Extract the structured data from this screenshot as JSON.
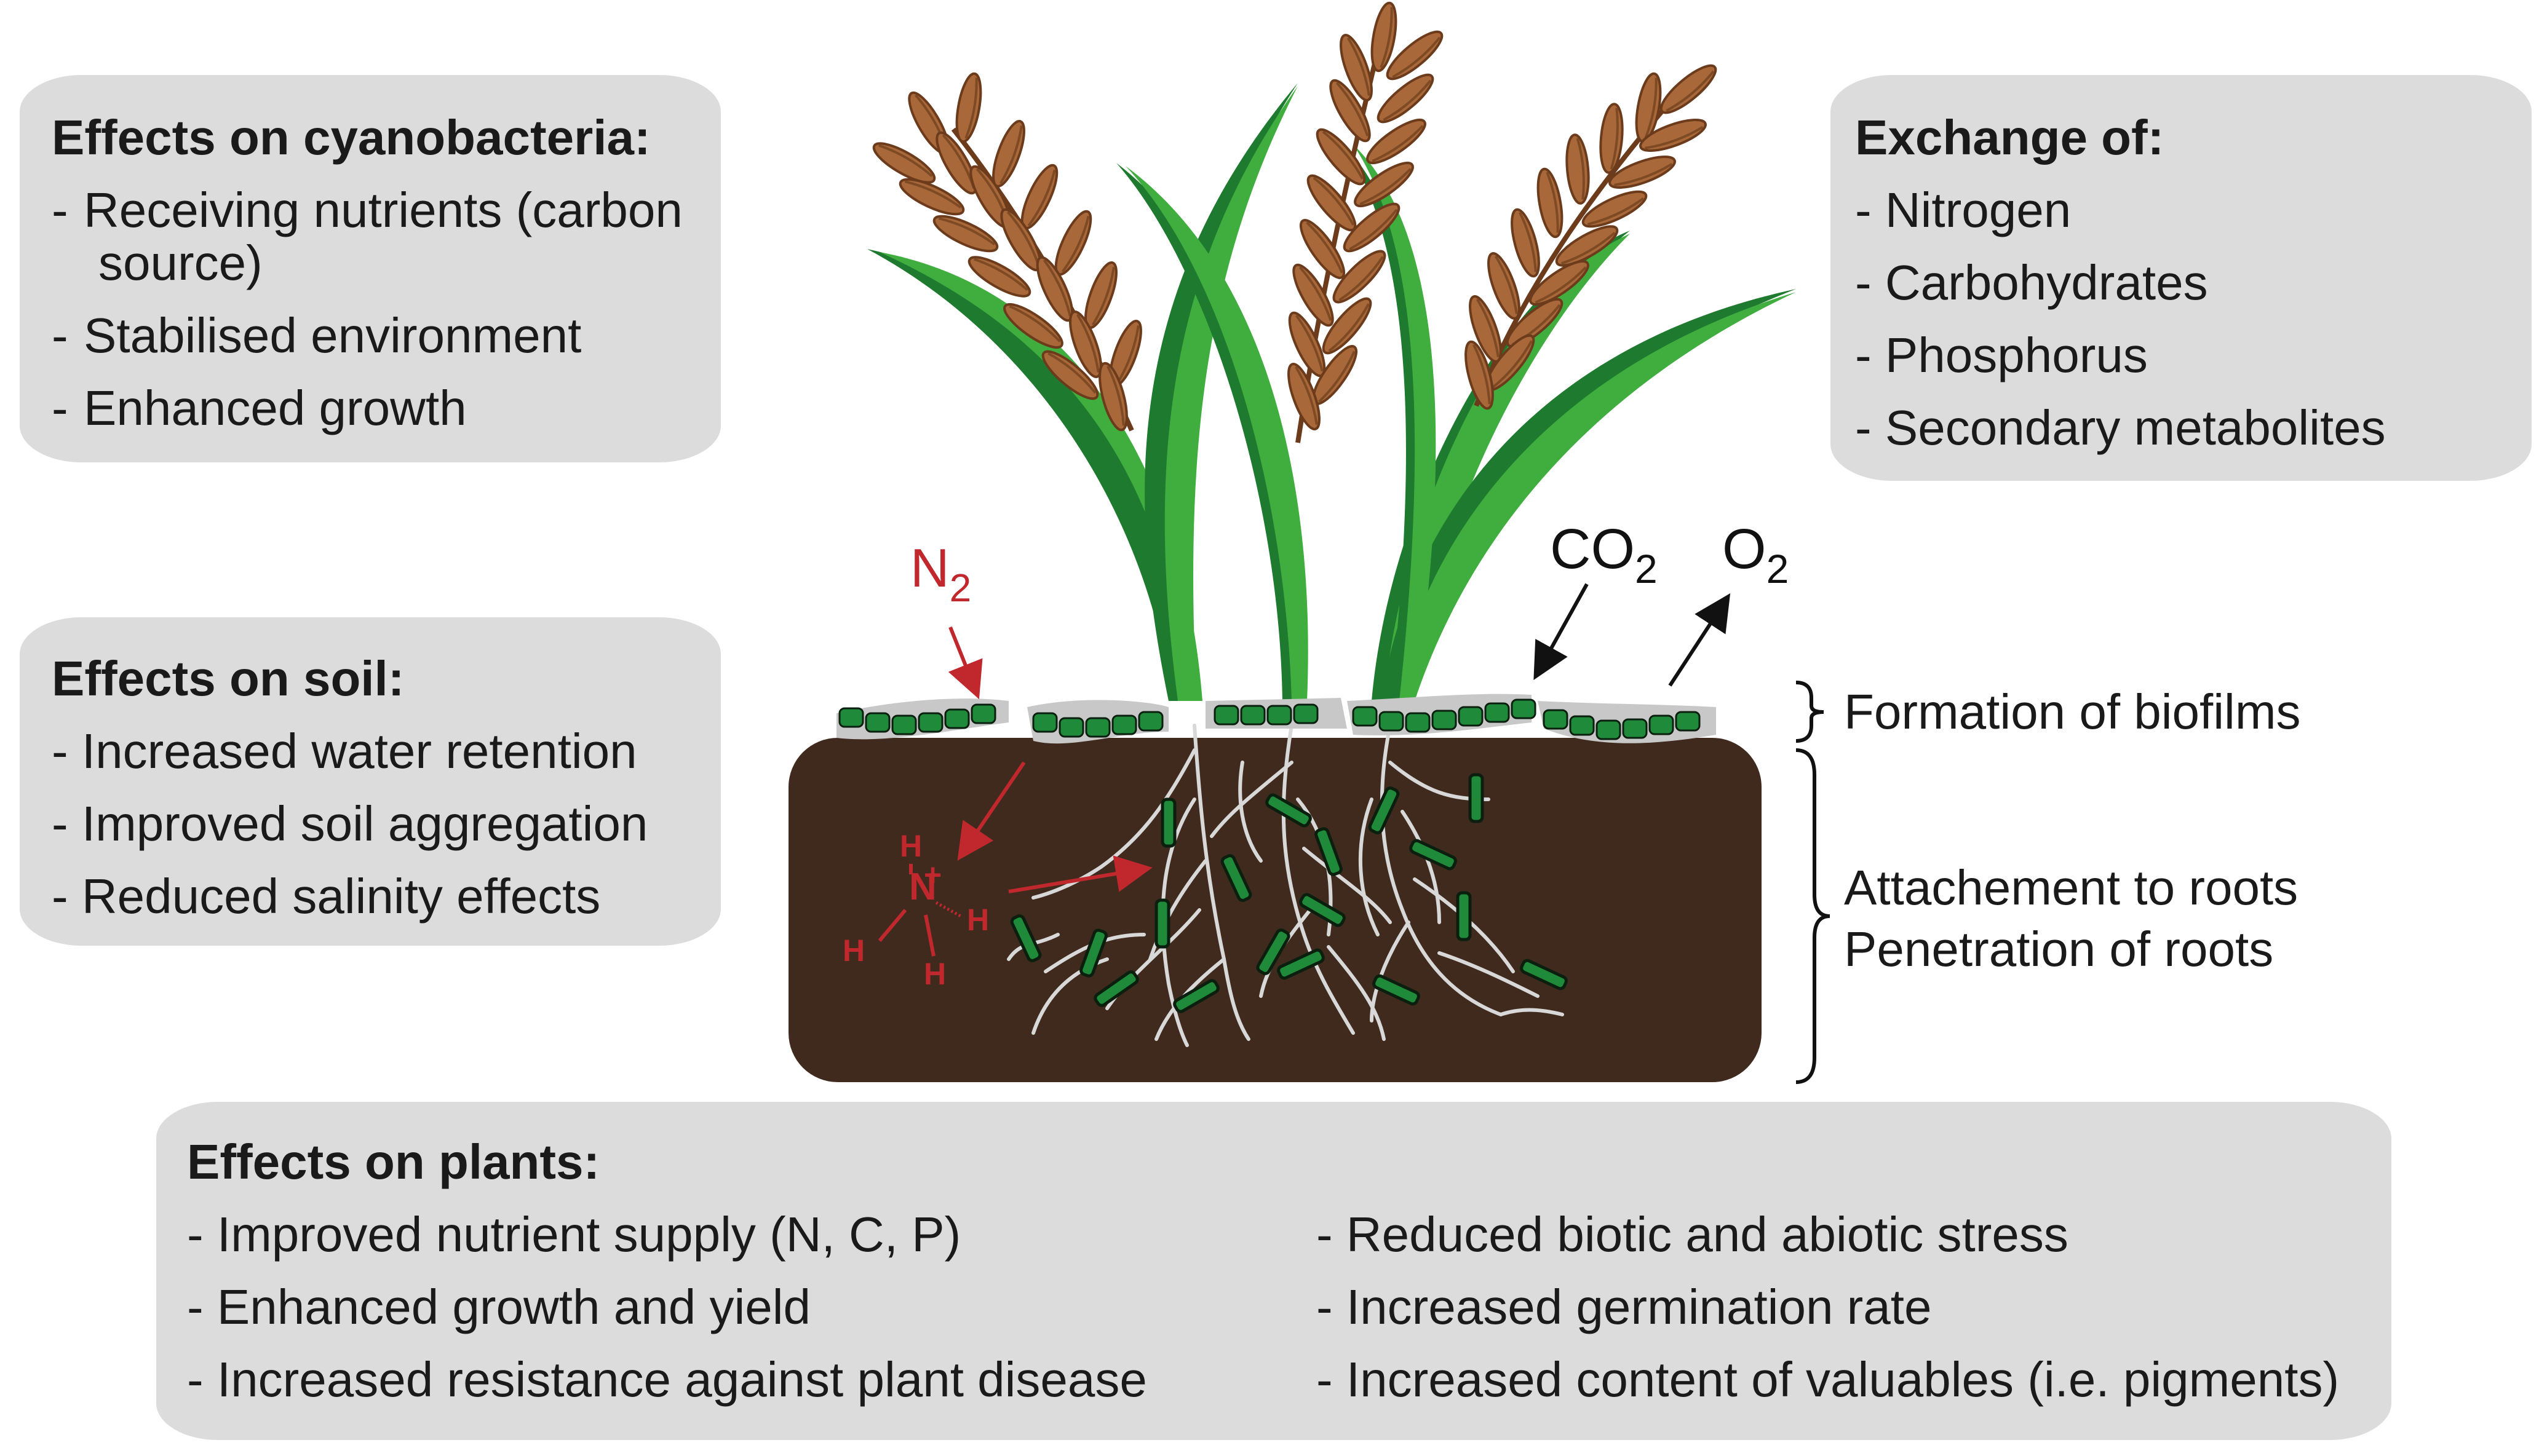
{
  "cyanobacteria_box": {
    "title": "Effects on cyanobacteria:",
    "items": [
      {
        "dash": "-",
        "line1": "Receiving nutrients (carbon",
        "line2": "source)"
      },
      {
        "dash": "-",
        "line1": "Stabilised environment"
      },
      {
        "dash": "-",
        "line1": "Enhanced growth"
      }
    ]
  },
  "exchange_box": {
    "title": "Exchange of:",
    "items": [
      "- Nitrogen",
      "- Carbohydrates",
      "- Phosphorus",
      "- Secondary metabolites"
    ]
  },
  "soil_box": {
    "title": "Effects on soil:",
    "items": [
      "- Increased water retention",
      "- Improved soil aggregation",
      "- Reduced salinity effects"
    ]
  },
  "plants_box": {
    "title": "Effects on plants:",
    "left_items": [
      "- Improved nutrient supply (N, C, P)",
      "- Enhanced growth and yield",
      "- Increased resistance against plant disease"
    ],
    "right_items": [
      "- Reduced biotic and abiotic stress",
      "- Increased germination rate",
      "- Increased content of valuables (i.e. pigments)"
    ]
  },
  "labels": {
    "n2_main": "N",
    "n2_sub": "2",
    "co2_main": "CO",
    "co2_sub": "2",
    "o2_main": "O",
    "o2_sub": "2",
    "biofilm": "Formation of biofilms",
    "roots_line1": "Attachement to roots",
    "roots_line2": "Penetration of roots",
    "ammonium": {
      "n": "N",
      "h": "H",
      "plus": "+"
    }
  },
  "colors": {
    "box_fill": "#dcdcdc",
    "soil": "#3f2a1d",
    "leaf_dark": "#1e7a2e",
    "leaf_light": "#3fae3f",
    "grain": "#a8683a",
    "grain_dark": "#6b3b1c",
    "cyano": "#1f8a3a",
    "arrow_red": "#c0282d",
    "root": "#d8d8d8"
  }
}
